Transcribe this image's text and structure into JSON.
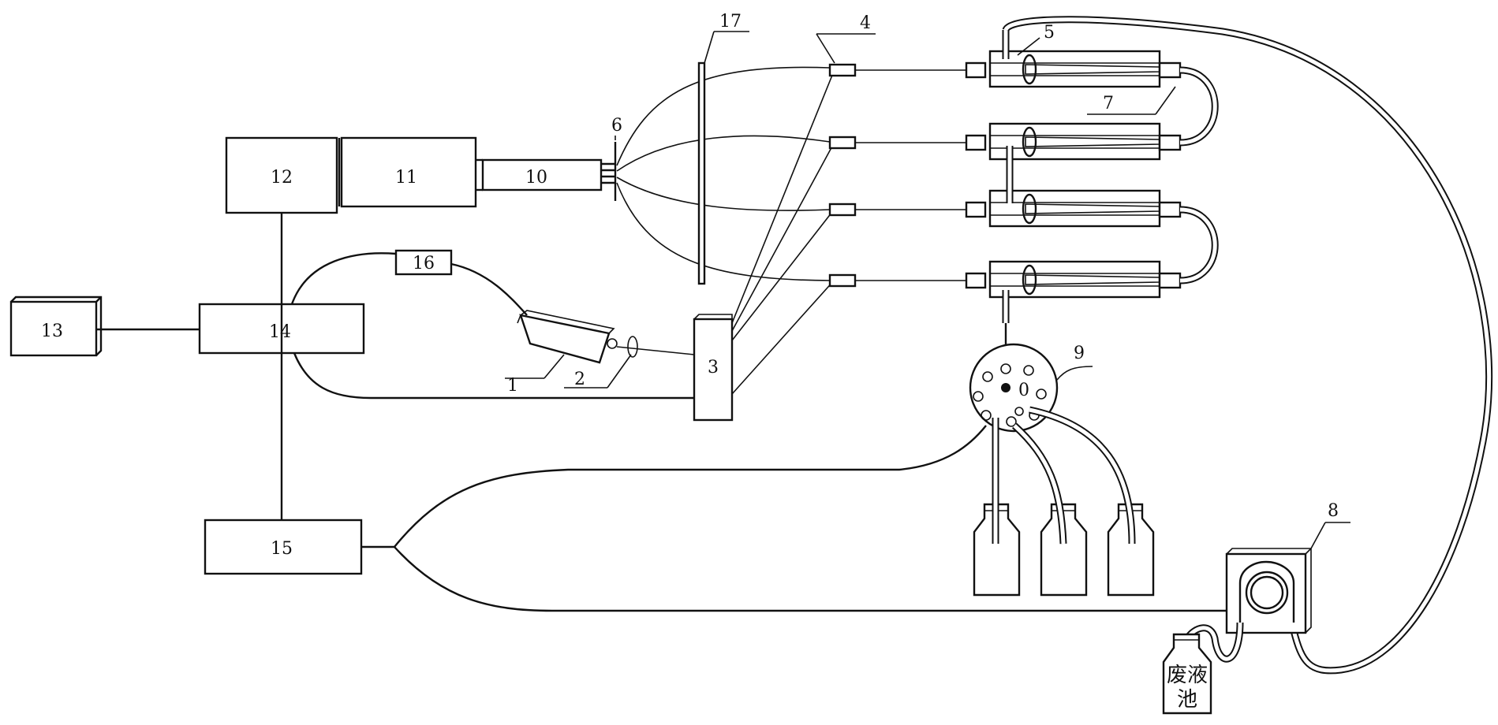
{
  "labels": {
    "n1": "1",
    "n2": "2",
    "n3": "3",
    "n4": "4",
    "n5": "5",
    "n6": "6",
    "n7": "7",
    "n8": "8",
    "n9": "9",
    "n10": "10",
    "n11": "11",
    "n12": "12",
    "n13": "13",
    "n14": "14",
    "n15": "15",
    "n16": "16",
    "n17": "17",
    "valve_port": "0",
    "waste_line1": "废液",
    "waste_line2": "池"
  }
}
